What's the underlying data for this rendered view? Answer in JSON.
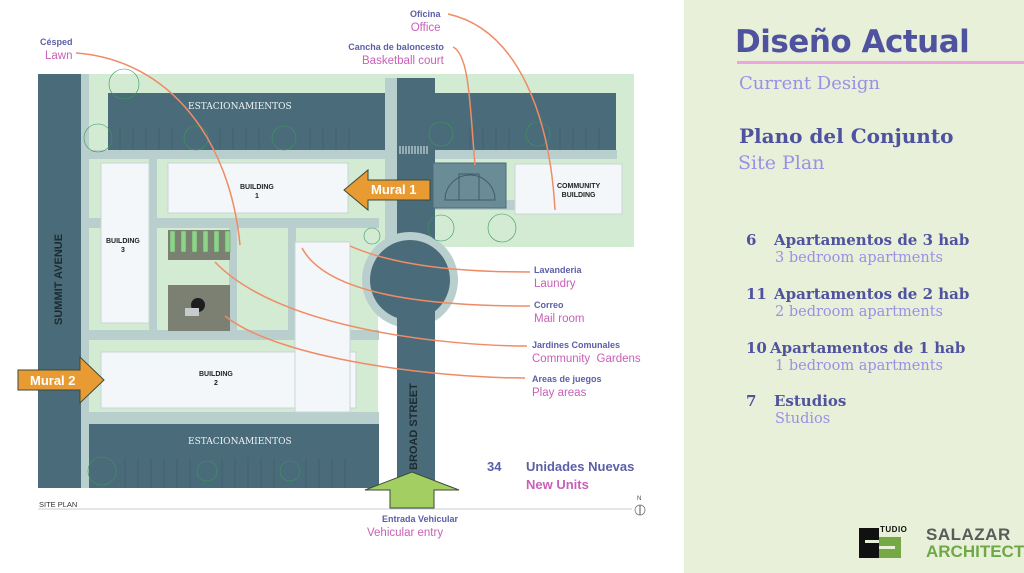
{
  "plan": {
    "parking_top": "ESTACIONAMIENTOS",
    "parking_bottom": "ESTACIONAMIENTOS",
    "summit_avenue": "SUMMIT AVENUE",
    "broad_street": "BROAD STREET",
    "building_1": [
      "BUILDING",
      "1"
    ],
    "building_2": [
      "BUILDING",
      "2"
    ],
    "building_3": [
      "BUILDING",
      "3"
    ],
    "community_building": [
      "COMMUNITY",
      "BUILDING"
    ],
    "mural_1": "Mural 1",
    "mural_2": "Mural 2",
    "site_plan_caption": "SITE PLAN",
    "north_label": "N",
    "colors": {
      "road": "#4a6b7a",
      "sidewalk": "#b9cfcd",
      "grass": "#d3ead3",
      "building": "#f4f7f9",
      "callout_line": "#f08b66",
      "mural_arrow": "#e89b33",
      "entry_arrow": "#a3cf62"
    }
  },
  "callouts": {
    "lawn": {
      "es": "Césped",
      "en": "Lawn"
    },
    "office": {
      "es": "Oficina",
      "en": "Office"
    },
    "basketball": {
      "es": "Cancha de baloncesto",
      "en": "Basketball court"
    },
    "laundry": {
      "es": "Lavanderia",
      "en": "Laundry"
    },
    "mail": {
      "es": "Correo",
      "en": "Mail room"
    },
    "gardens": {
      "es": "Jardines Comunales",
      "en": "Community  Gardens"
    },
    "play": {
      "es": "Areas de juegos",
      "en": "Play areas"
    },
    "entry": {
      "es": "Entrada Vehicular",
      "en": "Vehicular entry"
    }
  },
  "total_units": {
    "count": "34",
    "es": "Unidades Nuevas",
    "en": "New Units"
  },
  "side": {
    "title": "Diseño Actual",
    "title_en": "Current Design",
    "section": "Plano del Conjunto",
    "section_en": "Site Plan",
    "units": [
      {
        "count": "6",
        "es": "Apartamentos de 3 hab",
        "en": "3 bedroom apartments"
      },
      {
        "count": "11",
        "es": "Apartamentos de 2 hab",
        "en": "2 bedroom apartments"
      },
      {
        "count": "10",
        "es": "Apartamentos de 1 hab",
        "en": "1 bedroom apartments"
      },
      {
        "count": "7",
        "es": "Estudios",
        "en": "Studios"
      }
    ],
    "logo_studio": "TUDIO",
    "logo_name": "SALAZAR",
    "logo_sub": "ARCHITECT"
  }
}
